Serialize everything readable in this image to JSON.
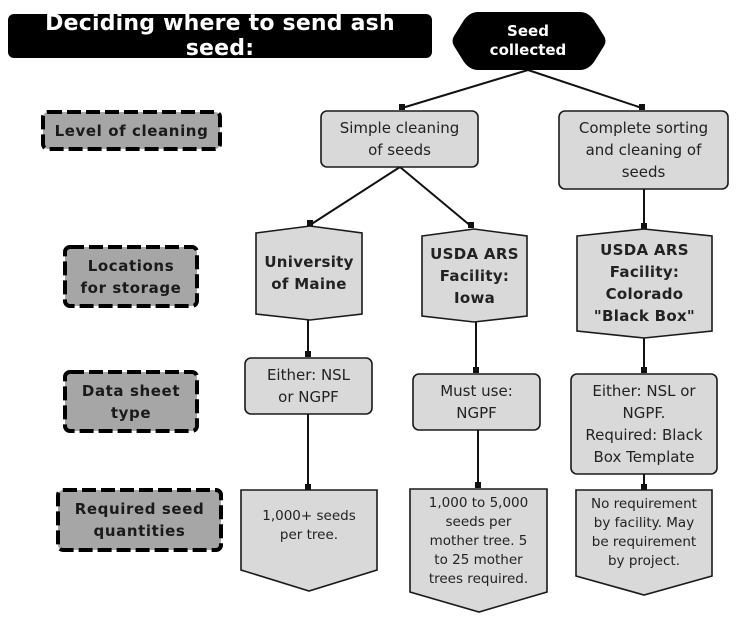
{
  "title": "Deciding where to send ash seed:",
  "start_node": "Seed\ncollected",
  "row_labels": {
    "cleaning": "Level of cleaning",
    "locations": "Locations\nfor storage",
    "datasheet": "Data sheet\ntype",
    "quantities": "Required seed\nquantities"
  },
  "cleaning_levels": {
    "simple": "Simple cleaning\nof seeds",
    "complete": "Complete sorting\nand cleaning of\nseeds"
  },
  "locations": {
    "maine": "University\nof Maine",
    "iowa": "USDA ARS\nFacility:\nIowa",
    "colorado": "USDA ARS\nFacility:\nColorado\n\"Black Box\""
  },
  "datasheets": {
    "maine": "Either: NSL\nor NGPF",
    "iowa": "Must use:\nNGPF",
    "colorado": "Either: NSL or\nNGPF.\nRequired: Black\nBox Template"
  },
  "quantities": {
    "maine": "1,000+ seeds\nper tree.",
    "iowa": "1,000 to 5,000\nseeds per\nmother tree. 5\nto 25 mother\ntrees required.",
    "colorado": "No requirement\nby facility. May\nbe requirement\nby project."
  },
  "colors": {
    "node_fill": "#d9d9d9",
    "label_fill": "#a6a6a6",
    "dark": "#000000",
    "text_light": "#ffffff"
  }
}
